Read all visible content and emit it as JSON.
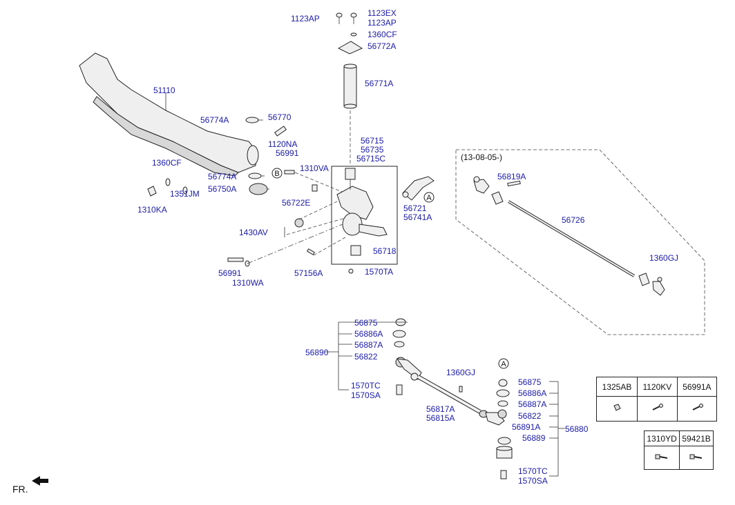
{
  "labels": {
    "p_1123AP_a": "1123AP",
    "p_1123EX": "1123EX",
    "p_1123AP_b": "1123AP",
    "p_1360CF_top": "1360CF",
    "p_56772A": "56772A",
    "p_56771A": "56771A",
    "p_51110": "51110",
    "p_56774A_top": "56774A",
    "p_56770": "56770",
    "p_56715": "56715",
    "p_56735": "56735",
    "p_56715C": "56715C",
    "p_1120NA": "1120NA",
    "p_56991_top": "56991",
    "p_1360CF_left": "1360CF",
    "p_1310VA": "1310VA",
    "p_56774A_bot": "56774A",
    "p_56750A": "56750A",
    "p_1351JM": "1351JM",
    "p_56722E": "56722E",
    "p_1310KA": "1310KA",
    "p_56721": "56721",
    "p_56741A": "56741A",
    "p_1430AV": "1430AV",
    "p_56718": "56718",
    "p_56991_bot": "56991",
    "p_1310WA": "1310WA",
    "p_57156A": "57156A",
    "p_1570TA": "1570TA",
    "p_date": "(13-08-05-)",
    "p_56819A": "56819A",
    "p_56726": "56726",
    "p_1360GJ_right": "1360GJ",
    "p_56875_a": "56875",
    "p_56886A_a": "56886A",
    "p_56887A_a": "56887A",
    "p_56890": "56890",
    "p_56822_a": "56822",
    "p_1360GJ_mid": "1360GJ",
    "p_1570TC_a": "1570TC",
    "p_1570SA_a": "1570SA",
    "p_56817A": "56817A",
    "p_56815A": "56815A",
    "p_56875_b": "56875",
    "p_56886A_b": "56886A",
    "p_56887A_b": "56887A",
    "p_56822_b": "56822",
    "p_56891A": "56891A",
    "p_56889": "56889",
    "p_56880": "56880",
    "p_1570TC_b": "1570TC",
    "p_1570SA_b": "1570SA",
    "fr": "FR."
  },
  "callouts": {
    "b_left": "B",
    "a_knuckle": "A",
    "a_rod": "A"
  },
  "table_top": {
    "headers": [
      "1325AB",
      "1120KV",
      "56991A"
    ]
  },
  "table_bottom": {
    "headers": [
      "1310YD",
      "59421B"
    ]
  },
  "colors": {
    "label": "#1a1aa8",
    "line": "#222222",
    "part_fill": "#efefef"
  }
}
